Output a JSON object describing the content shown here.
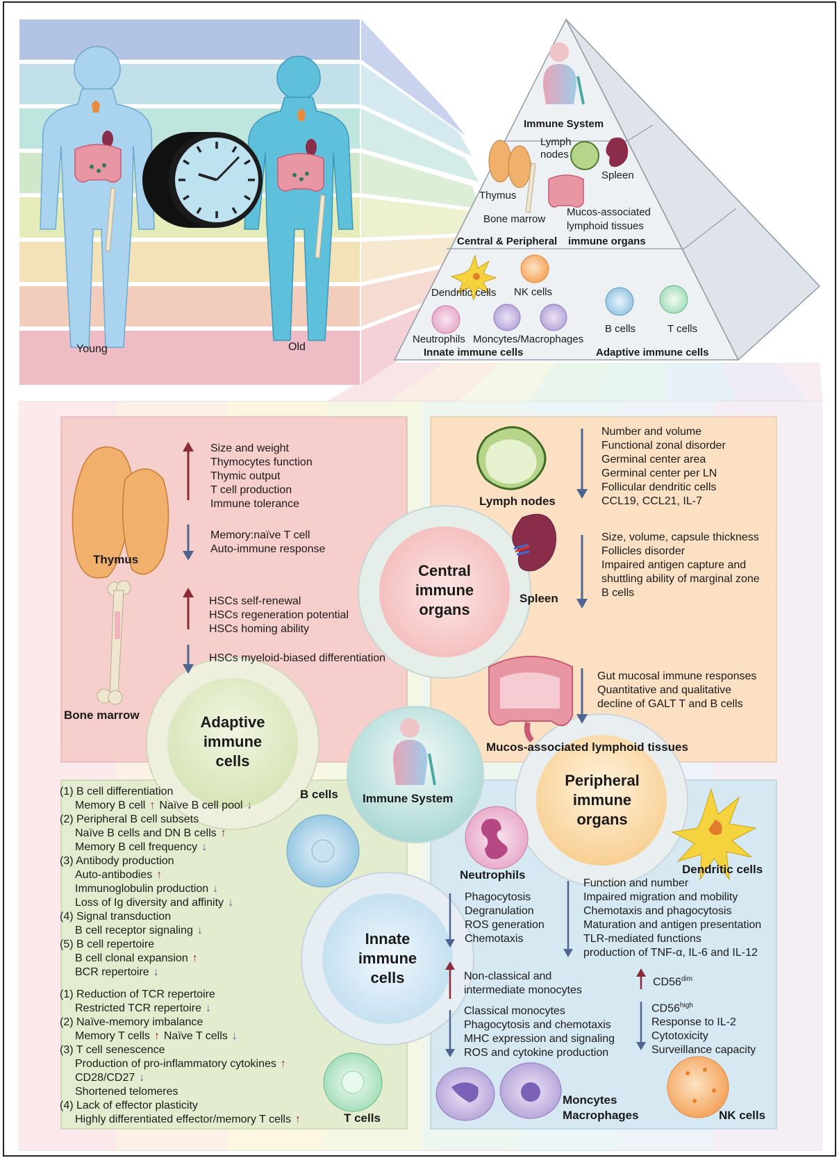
{
  "top": {
    "young_label": "Young",
    "old_label": "Old",
    "pyramid": {
      "title": "Immune System",
      "organs": {
        "lymph_nodes": "Lymph nodes",
        "spleen": "Spleen",
        "thymus": "Thymus",
        "bone_marrow": "Bone marrow",
        "malt": "Mucos-associated lymphoid tissues",
        "caption_a": "Central & Peripheral",
        "caption_b": "immune organs"
      },
      "cells": {
        "dendritic": "Dendritic cells",
        "nk": "NK cells",
        "b": "B cells",
        "t": "T cells",
        "neutrophils": "Neutrophils",
        "monocytes": "Moncytes/Macrophages",
        "innate_caption": "Innate immune cells",
        "adaptive_caption": "Adaptive immune cells"
      }
    }
  },
  "center": {
    "immune_system": "Immune System",
    "central_organs": "Central immune organs",
    "peripheral_organs": "Peripheral immune organs",
    "adaptive_cells": "Adaptive immune cells",
    "innate_cells": "Innate immune cells"
  },
  "thymus_panel": {
    "label": "Thymus",
    "up_items": [
      "Size and weight",
      "Thymocytes function",
      "Thymic output",
      "T cell production",
      "Immune tolerance"
    ],
    "down_items": [
      "Memory:naïve T cell",
      "Auto-immune response"
    ]
  },
  "bone_marrow_panel": {
    "label": "Bone marrow",
    "up_items": [
      "HSCs self-renewal",
      "HSCs regeneration potential",
      "HSCs homing ability"
    ],
    "down_items": [
      "HSCs myeloid-biased differentiation"
    ]
  },
  "lymph_panel": {
    "label": "Lymph nodes",
    "items": [
      "Number and volume",
      "Functional zonal disorder",
      "Germinal center area",
      "Germinal center per LN",
      "Follicular dendritic cells",
      "CCL19, CCL21, IL-7"
    ]
  },
  "spleen_panel": {
    "label": "Spleen",
    "items": [
      "Size, volume, capsule thickness",
      "Follicles disorder",
      "Impaired antigen capture and",
      "shuttling ability of marginal zone",
      "B cells"
    ]
  },
  "malt_panel": {
    "label": "Mucos-associated lymphoid tissues",
    "items": [
      "Gut mucosal immune responses",
      "Quantitative and qualitative",
      "decline of GALT T and B cells"
    ]
  },
  "b_cells": {
    "label": "B cells",
    "lines": [
      {
        "text": "(1) B cell differentiation",
        "indent": 0
      },
      {
        "text": "Memory B cell",
        "indent": 1,
        "arrow": "up",
        "text2": "Naïve B cell pool",
        "arrow2": "down"
      },
      {
        "text": "(2) Peripheral B cell subsets",
        "indent": 0
      },
      {
        "text": "Naïve B cells and DN B cells",
        "indent": 1,
        "arrow": "up"
      },
      {
        "text": "Memory B cell frequency",
        "indent": 1,
        "arrow": "down"
      },
      {
        "text": "(3) Antibody production",
        "indent": 0
      },
      {
        "text": "Auto-antibodies",
        "indent": 1,
        "arrow": "up"
      },
      {
        "text": "Immunoglobulin production",
        "indent": 1,
        "arrow": "down"
      },
      {
        "text": "Loss of Ig diversity and affinity",
        "indent": 1,
        "arrow": "down"
      },
      {
        "text": "(4) Signal transduction",
        "indent": 0
      },
      {
        "text": "B cell receptor signaling",
        "indent": 1,
        "arrow": "down"
      },
      {
        "text": "(5) B cell repertoire",
        "indent": 0
      },
      {
        "text": "B cell clonal expansion",
        "indent": 1,
        "arrow": "up"
      },
      {
        "text": "BCR repertoire",
        "indent": 1,
        "arrow": "down"
      }
    ]
  },
  "t_cells": {
    "label": "T cells",
    "lines": [
      {
        "text": "(1) Reduction of TCR repertoire",
        "indent": 0
      },
      {
        "text": "Restricted TCR repertoire",
        "indent": 1,
        "arrow": "down"
      },
      {
        "text": "(2) Naïve-memory imbalance",
        "indent": 0
      },
      {
        "text": "Memory T cells",
        "indent": 1,
        "arrow": "up",
        "text2": "Naïve T cells",
        "arrow2": "down"
      },
      {
        "text": "(3) T cell senescence",
        "indent": 0
      },
      {
        "text": "Production of pro-inflammatory cytokines",
        "indent": 1,
        "arrow": "up"
      },
      {
        "text": "CD28/CD27",
        "indent": 1,
        "arrow": "down"
      },
      {
        "text": "Shortened telomeres",
        "indent": 1
      },
      {
        "text": "(4) Lack of effector plasticity",
        "indent": 0
      },
      {
        "text": "Highly differentiated effector/memory T cells",
        "indent": 1,
        "arrow": "up"
      }
    ]
  },
  "neutrophils": {
    "label": "Neutrophils",
    "items": [
      "Phagocytosis",
      "Degranulation",
      "ROS generation",
      "Chemotaxis"
    ]
  },
  "dendritic": {
    "label": "Dendritic cells",
    "items": [
      "Function and number",
      "Impaired migration and mobility",
      "Chemotaxis and phagocytosis",
      "Maturation and antigen presentation",
      "TLR-mediated functions",
      "production of TNF-α, IL-6 and IL-12"
    ]
  },
  "monocytes": {
    "label_a": "Moncytes",
    "label_b": "Macrophages",
    "up_items": [
      "Non-classical and",
      "intermediate monocytes"
    ],
    "down_items": [
      "Classical monocytes",
      "Phagocytosis and chemotaxis",
      "MHC expression and signaling",
      "ROS and cytokine production"
    ]
  },
  "nk": {
    "label": "NK cells",
    "up_base": "CD56",
    "up_sup": "dim",
    "down_base": "CD56",
    "down_sup": "high",
    "down_items": [
      "Response to IL-2",
      "Cytotoxicity",
      "Surveillance capacity"
    ]
  },
  "colors": {
    "up_arrow": "#8b2b35",
    "down_arrow": "#4e6591",
    "thymus_panel": "#f6cfcc",
    "peripheral_panel": "#fbe0c4",
    "adaptive_panel": "#e4eccf",
    "innate_panel": "#d6e8f2"
  }
}
